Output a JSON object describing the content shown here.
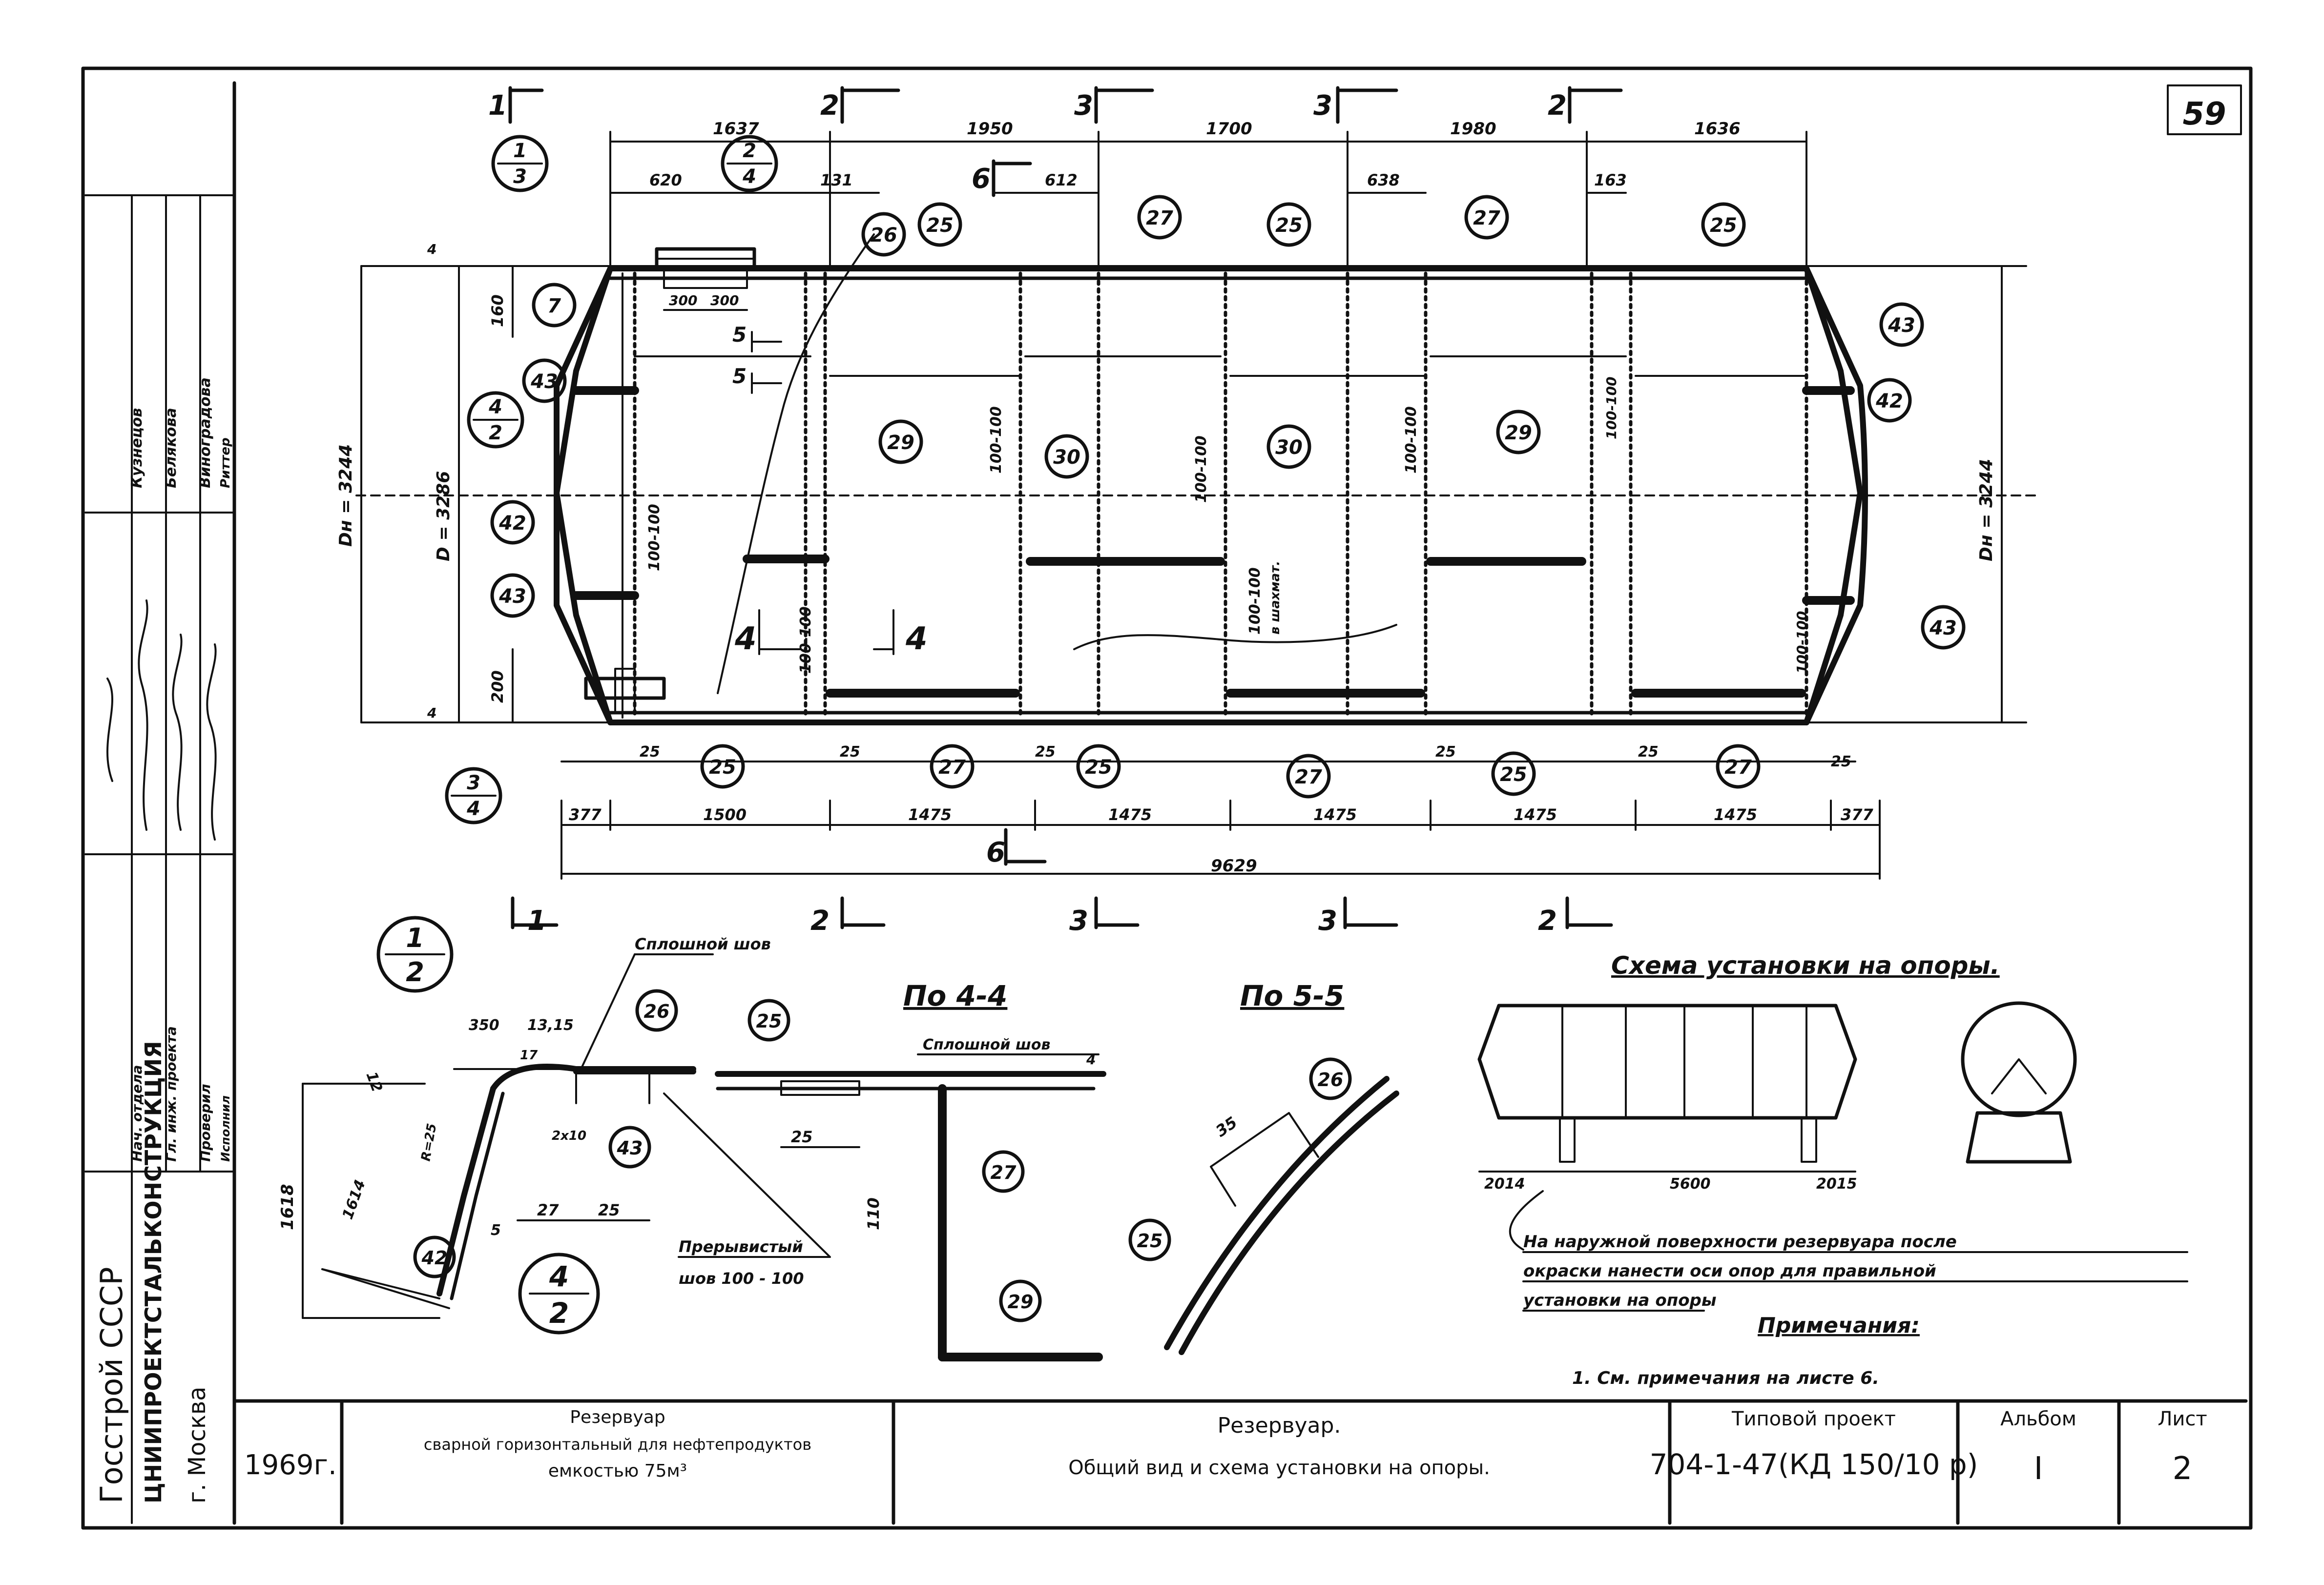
{
  "sheet_corner_number": "59",
  "sections": {
    "s1": "1",
    "s2": "2",
    "s3": "3",
    "s4": "4",
    "s5": "5",
    "s6": "6"
  },
  "top_dims": [
    "1637",
    "1950",
    "1700",
    "1980",
    "1636"
  ],
  "top_small_dims": {
    "d1": "620",
    "d2": "131",
    "d3": "612",
    "d4": "638",
    "d5": "163"
  },
  "hatch_dims": [
    "300",
    "300"
  ],
  "bottom_dims": [
    "377",
    "1500",
    "1475",
    "1475",
    "1475",
    "1475",
    "1475",
    "377"
  ],
  "total_length": "9629",
  "gap_25": "25",
  "left_vert_dims": {
    "d160": "160",
    "d200": "200",
    "dia": "D = 3286",
    "dia2": "Dн = 3244",
    "dh": "Dн = 3244"
  },
  "weld_labels": {
    "w1": "100-100",
    "w2": "100-100",
    "w3": "100-100",
    "w4": "100-100",
    "w5": "100-100",
    "w6": "100-100",
    "chess": "в шахмат.",
    "w7": "100-100",
    "w8": "100-100"
  },
  "callouts": [
    "7",
    "43",
    "42",
    "43",
    "25",
    "26",
    "25",
    "27",
    "25",
    "27",
    "25",
    "43",
    "42",
    "43",
    "29",
    "30",
    "30",
    "29",
    "27",
    "25",
    "27",
    "25",
    "27",
    "25"
  ],
  "fractions": {
    "f13_top": "1",
    "f13_bot": "3",
    "f24_top": "2",
    "f24_bot": "4",
    "f42_top": "4",
    "f42_bot": "2",
    "f34_top": "3",
    "f34_bot": "4",
    "f12_top": "1",
    "f12_bot": "2",
    "f42b_top": "4",
    "f42b_bot": "2"
  },
  "detail12": {
    "solid_weld": "Сплошной шов",
    "dims": [
      "350",
      "12",
      "13,15",
      "17",
      "2x10",
      "27",
      "25",
      "1618",
      "1614",
      "5",
      "R=25"
    ],
    "cal": [
      "26",
      "43",
      "42"
    ]
  },
  "view44": {
    "title": "По 4-4",
    "solid_weld": "Сплошной шов",
    "dims": [
      "25",
      "110",
      "4"
    ],
    "cal": [
      "25",
      "27",
      "29"
    ],
    "intermittent": "Прерывистый",
    "intermittent2": "шов 100 - 100"
  },
  "view55": {
    "title": "По 5-5",
    "dim": "35",
    "cal": [
      "26",
      "25"
    ]
  },
  "support": {
    "title": "Схема установки на опоры.",
    "dims": [
      "2014",
      "5600",
      "2015"
    ],
    "note_line1": "На наружной поверхности резервуара после",
    "note_line2": "окраски нанести оси опор для правильной",
    "note_line3": "установки на опоры",
    "notes_head": "Примечания:",
    "note1": "1. См. примечания на листе 6."
  },
  "side_stamp": {
    "org1": "Госстрой СССР",
    "org2": "ЦНИИПРОЕКТСТАЛЬКОНСТРУКЦИЯ",
    "org3": "г. Москва",
    "roles": [
      "Нач. отдела",
      "Гл. инж. проекта",
      "Проверил",
      "Исполнил"
    ],
    "names": [
      "Кузнецов",
      "Белякова",
      "Виноградова",
      "Риттер"
    ]
  },
  "titleblock": {
    "year": "1969г.",
    "obj1": "Резервуар",
    "obj2": "сварной горизонтальный для нефтепродуктов",
    "obj3": "емкостью 75м³",
    "sheet_name1": "Резервуар.",
    "sheet_name2": "Общий вид и схема установки на опоры.",
    "tp_label": "Типовой проект",
    "tp_number": "704-1-47(КД 150/10 р)",
    "album_label": "Альбом",
    "album_value": "I",
    "sheet_label": "Лист",
    "sheet_value": "2"
  }
}
